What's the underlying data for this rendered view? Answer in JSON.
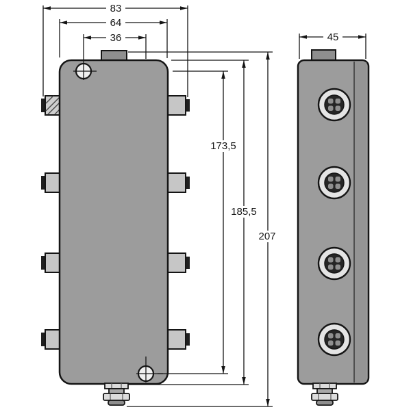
{
  "drawing": {
    "dimensions": {
      "overall_width_mm": "83",
      "body_width_mm": "64",
      "hole_offset_x_mm": "36",
      "hole_spacing_y_mm": "173,5",
      "housing_height_mm": "185,5",
      "overall_height_mm": "207",
      "depth_mm": "45"
    },
    "colors": {
      "body_gray": "#9c9c9c",
      "tab_gray": "#c6c6c6",
      "top_tab_gray": "#8f8f8f",
      "connector_ring": "#e4e4e4",
      "connector_inner": "#262626",
      "line_color": "#151515",
      "background": "#ffffff"
    }
  }
}
